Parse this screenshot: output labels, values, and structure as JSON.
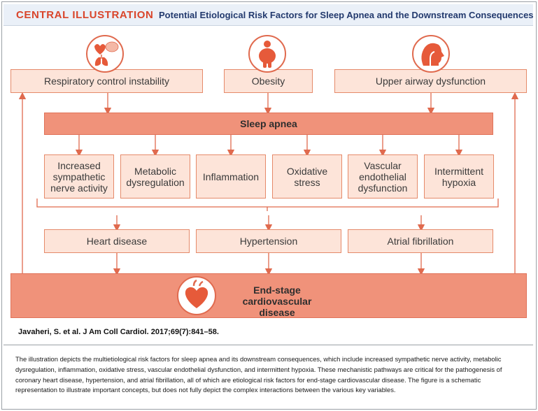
{
  "header": {
    "label": "CENTRAL ILLUSTRATION",
    "title": "Potential Etiological Risk Factors for Sleep Apnea and the Downstream Consequences"
  },
  "icons": {
    "left": "heart-brain-lungs-icon",
    "middle": "obese-person-icon",
    "right": "upper-airway-head-icon",
    "bottom": "heart-icon"
  },
  "colors": {
    "accent": "#d9452b",
    "title": "#233a6e",
    "box_light": "#fde4d9",
    "box_strong": "#f0927a",
    "line": "#e06a4e"
  },
  "risk_factors": [
    "Respiratory control instability",
    "Obesity",
    "Upper airway dysfunction"
  ],
  "central": "Sleep apnea",
  "mechanisms": [
    "Increased\nsympathetic\nnerve activity",
    "Metabolic\ndysregulation",
    "Inflammation",
    "Oxidative\nstress",
    "Vascular\nendothelial\ndysfunction",
    "Intermittent\nhypoxia"
  ],
  "outcomes": [
    "Heart disease",
    "Hypertension",
    "Atrial fibrillation"
  ],
  "end_stage": "End-stage\ncardiovascular disease",
  "citation": "Javaheri, S. et al. J Am Coll Cardiol. 2017;69(7):841–58.",
  "description": "The illustration depicts the multietiological risk factors for sleep apnea and its downstream consequences, which include increased sympathetic nerve activity, metabolic dysregulation, inflammation, oxidative stress, vascular endothelial dysfunction, and intermittent hypoxia. These mechanistic pathways are critical for the pathogenesis of coronary heart disease, hypertension, and atrial fibrillation, all of which are etiological risk factors for end-stage cardiovascular disease. The figure is a schematic representation to illustrate important concepts, but does not fully depict the complex interactions between the various key variables."
}
